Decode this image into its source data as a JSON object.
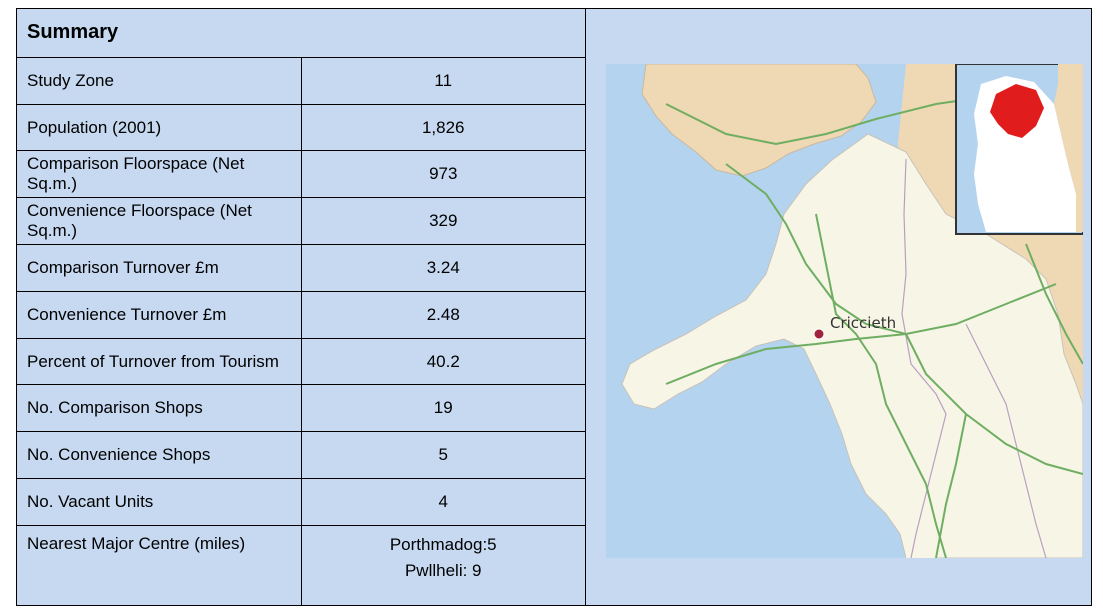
{
  "summary": {
    "title": "Summary",
    "rows": [
      {
        "label": "Study Zone",
        "value": "11"
      },
      {
        "label": "Population (2001)",
        "value": "1,826"
      },
      {
        "label": "Comparison Floorspace (Net Sq.m.)",
        "value": "973"
      },
      {
        "label": "Convenience Floorspace (Net Sq.m.)",
        "value": "329"
      },
      {
        "label": "Comparison Turnover £m",
        "value": "3.24"
      },
      {
        "label": "Convenience Turnover £m",
        "value": "2.48"
      },
      {
        "label": "Percent of Turnover from Tourism",
        "value": "40.2"
      },
      {
        "label": "No. Comparison Shops",
        "value": "19"
      },
      {
        "label": "No. Convenience Shops",
        "value": "5"
      },
      {
        "label": "No. Vacant Units",
        "value": "4"
      }
    ],
    "nearest": {
      "label": "Nearest Major Centre (miles)",
      "values": [
        "Porthmadog:5",
        "Pwllheli: 9"
      ]
    }
  },
  "map": {
    "place_label": "Criccieth",
    "colors": {
      "sea": "#b4d3ee",
      "land": "#f7f6e6",
      "england": "#efd9b5",
      "roads": "#6fae62",
      "boundaries": "#c9c2b8",
      "marker": "#a0223c",
      "highlight": "#e11c1c"
    }
  }
}
